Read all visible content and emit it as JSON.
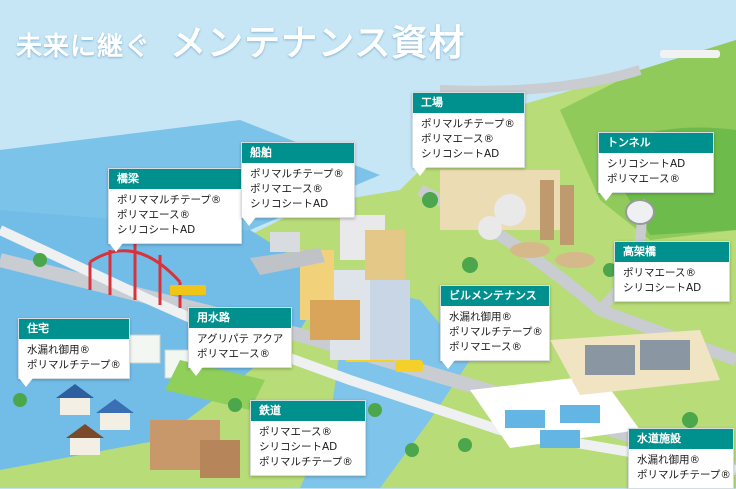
{
  "header": {
    "subtitle": "未来に継ぐ",
    "title": "メンテナンス資材"
  },
  "colors": {
    "accent": "#00918e",
    "sky": "#bfe3f5",
    "grass": "#b7db74",
    "road": "#c9ccd1",
    "water": "#63b6e3"
  },
  "callouts": [
    {
      "id": "bridge",
      "title": "橋梁",
      "items": [
        "ポリママルチテープ®",
        "ポリマエース®",
        "シリコシートAD"
      ]
    },
    {
      "id": "ship",
      "title": "船舶",
      "items": [
        "ポリマルチテープ®",
        "ポリマエース®",
        "シリコシートAD"
      ]
    },
    {
      "id": "factory",
      "title": "工場",
      "items": [
        "ポリマルチテープ®",
        "ポリマエース®",
        "シリコシートAD"
      ]
    },
    {
      "id": "tunnel",
      "title": "トンネル",
      "items": [
        "シリコシートAD",
        "ポリマエース®"
      ]
    },
    {
      "id": "viaduct",
      "title": "高架橋",
      "items": [
        "ポリマエース®",
        "シリコシートAD"
      ]
    },
    {
      "id": "building",
      "title": "ビルメンテナンス",
      "items": [
        "水漏れ御用®",
        "ポリマルチテープ®",
        "ポリマエース®"
      ]
    },
    {
      "id": "canal",
      "title": "用水路",
      "items": [
        "アグリパテ アクア",
        "ポリマエース®"
      ]
    },
    {
      "id": "house",
      "title": "住宅",
      "items": [
        "水漏れ御用®",
        "ポリマルチテープ®"
      ]
    },
    {
      "id": "railway",
      "title": "鉄道",
      "items": [
        "ポリマエース®",
        "シリコシートAD",
        "ポリマルチテープ®"
      ]
    },
    {
      "id": "water",
      "title": "水道施設",
      "items": [
        "水漏れ御用®",
        "ポリマルチテープ®"
      ]
    }
  ]
}
